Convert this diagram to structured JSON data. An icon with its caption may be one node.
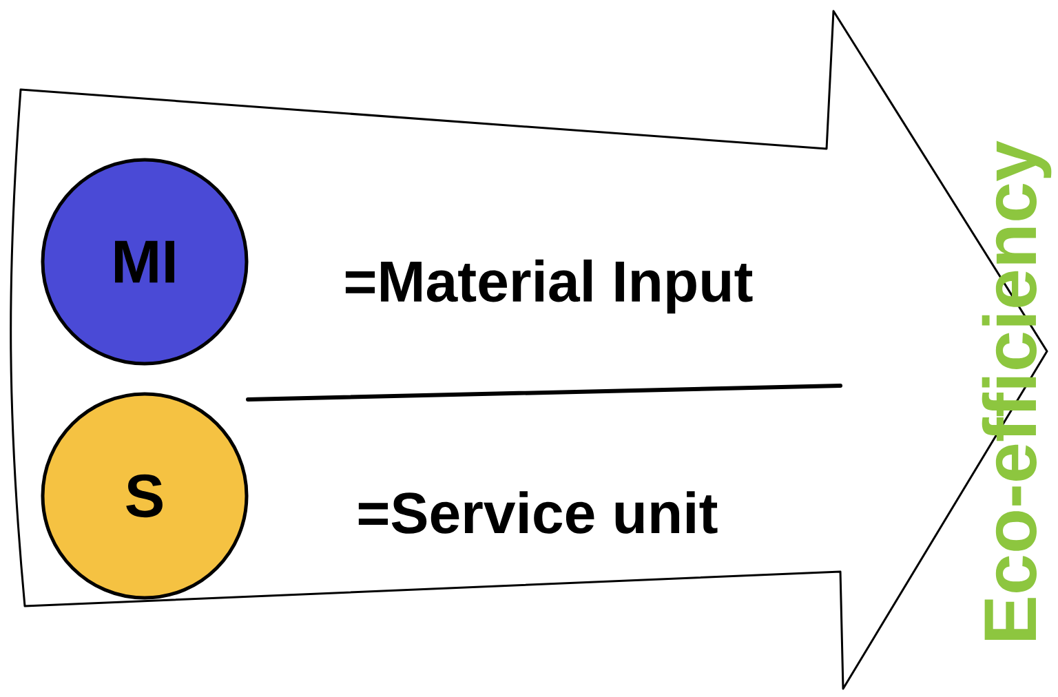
{
  "diagram": {
    "nodes": [
      {
        "text": [
          "MI"
        ]
      },
      {
        "text": [
          "S"
        ]
      }
    ],
    "labels": [
      "=Material Input",
      "=Service unit",
      "Eco-efficiency"
    ]
  }
}
